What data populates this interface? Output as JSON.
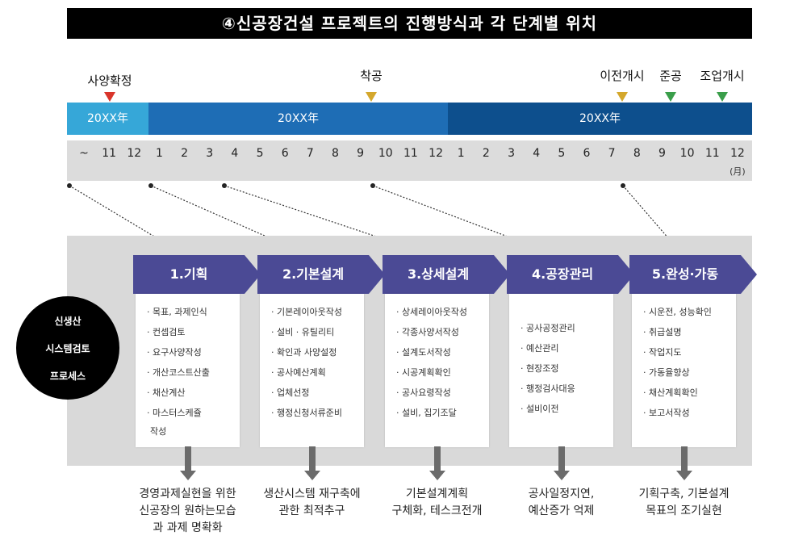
{
  "title": "④신공장건설 프로젝트의 진행방식과 각 단계별 위치",
  "milestones": [
    {
      "label": "사양확정",
      "color": "#d9352b"
    },
    {
      "label": "착공",
      "color": "#d4a72c"
    },
    {
      "label": "이전개시",
      "color": "#d4a72c"
    },
    {
      "label": "준공",
      "color": "#3a9e4a"
    },
    {
      "label": "조업개시",
      "color": "#3a9e4a"
    }
  ],
  "years": [
    {
      "label": "20XX年",
      "color": "#36a7d8"
    },
    {
      "label": "20XX年",
      "color": "#1e6db5"
    },
    {
      "label": "20XX年",
      "color": "#0d4f8d"
    }
  ],
  "months": [
    "~",
    "11",
    "12",
    "1",
    "2",
    "3",
    "4",
    "5",
    "6",
    "7",
    "8",
    "9",
    "10",
    "11",
    "12",
    "1",
    "2",
    "3",
    "4",
    "5",
    "6",
    "7",
    "8",
    "9",
    "10",
    "11",
    "12"
  ],
  "month_unit": "(月)",
  "process_circle": [
    "신생산",
    "시스템검토",
    "프로세스"
  ],
  "stage_color": "#4b4a95",
  "stages": [
    {
      "label": "1.기획",
      "items": [
        "목표, 과제인식",
        "컨셉검토",
        "요구사양작성",
        "개산코스트산출",
        "채산계산",
        "마스터스케쥴"
      ],
      "extra": "작성",
      "outcome": "경영과제실현을 위한\n신공장의 원하는모습\n과 과제 명확화"
    },
    {
      "label": "2.기본설계",
      "items": [
        "기본레이아웃작성",
        "설비 · 유틸리티",
        "확인과 사양설정",
        "공사예산계획",
        "업체선정",
        "행정신청서류준비"
      ],
      "outcome": "생산시스템 재구축에\n관한 최적추구"
    },
    {
      "label": "3.상세설계",
      "items": [
        "상세레이아웃작성",
        "각종사양서작성",
        "설계도서작성",
        "시공계획확인",
        "공사요령작성",
        "설비, 집기조달"
      ],
      "outcome": "기본설계계획\n구체화, 테스크전개"
    },
    {
      "label": "4.공장관리",
      "items": [
        "공사공정관리",
        "예산관리",
        "현장조정",
        "행정검사대응",
        "설비이전"
      ],
      "outcome": "공사일정지연,\n예산증가 억제"
    },
    {
      "label": "5.완성·가동",
      "items": [
        "시운전, 성능확인",
        "취급설명",
        "작업지도",
        "가동율향상",
        "채산계획확인",
        "보고서작성"
      ],
      "outcome": "기획구축, 기본설계\n목표의 조기실현"
    }
  ]
}
